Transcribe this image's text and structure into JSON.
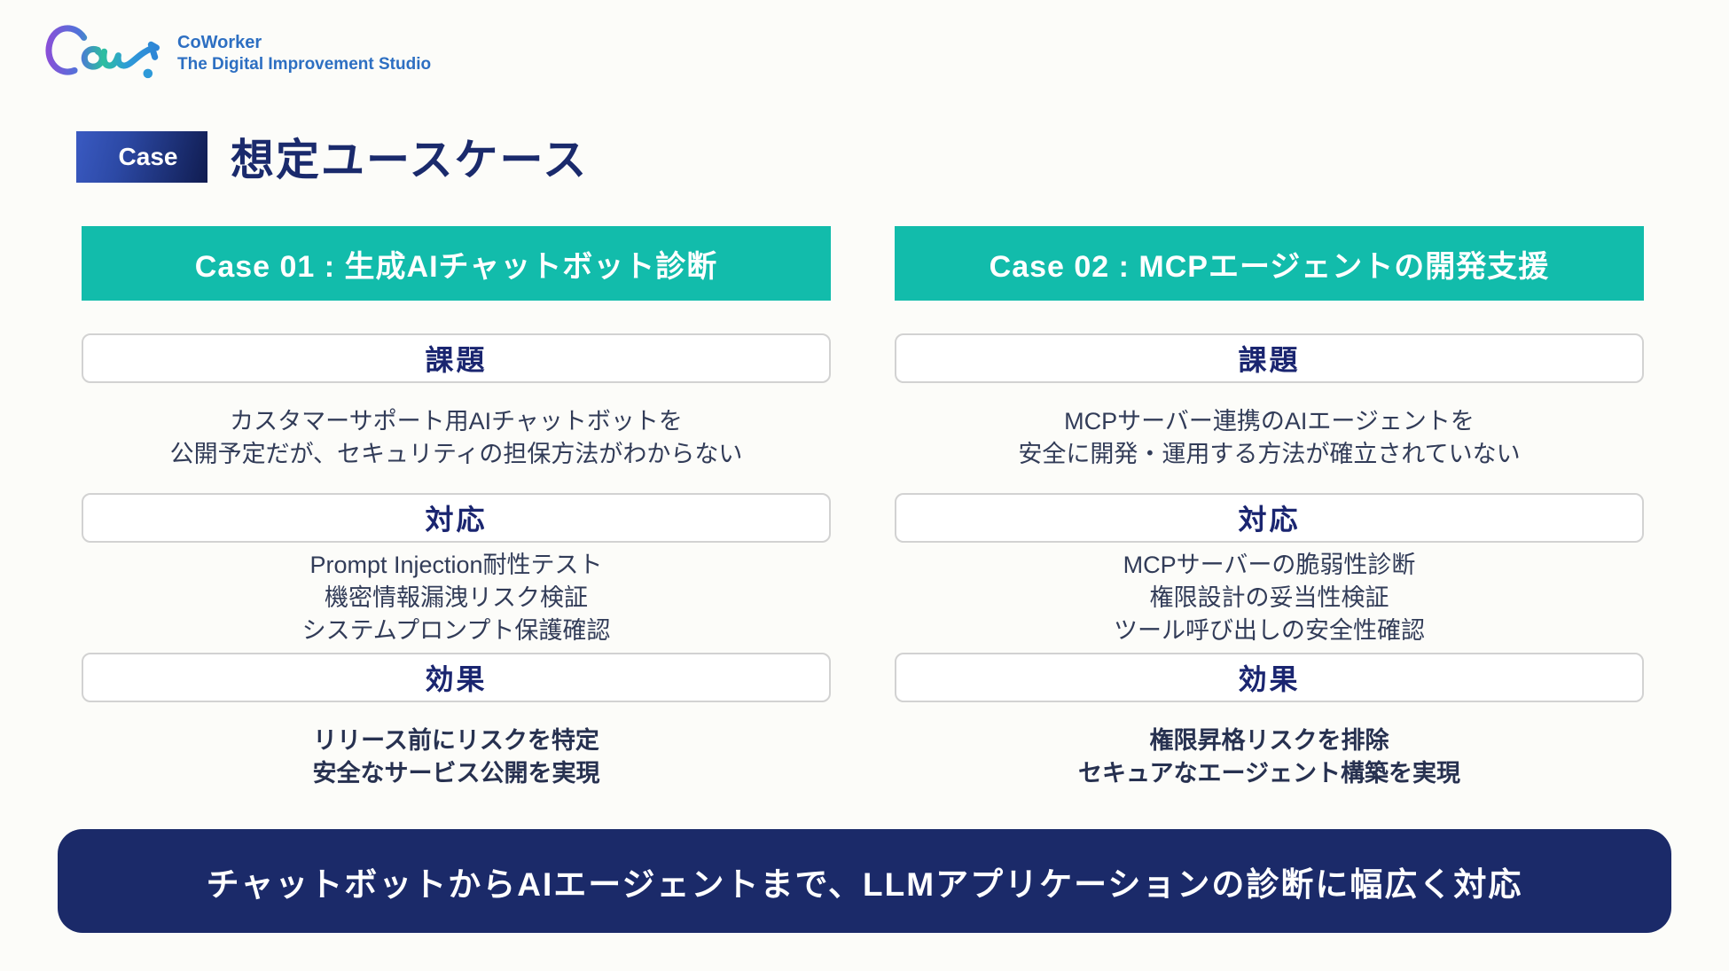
{
  "logo": {
    "brand": "CoWorker",
    "tagline": "The Digital Improvement Studio"
  },
  "header": {
    "badge_label": "Case",
    "title": "想定ユースケース"
  },
  "colors": {
    "teal": "#12bcab",
    "navy": "#1a2a6c",
    "banner_bg": "#1b2a69",
    "badge_gradient_start": "#3a5ac2",
    "badge_gradient_end": "#101c50",
    "logo_text_blue": "#2d6fc2"
  },
  "cases": [
    {
      "header": "Case 01 : 生成AIチャットボット診断",
      "sections": [
        {
          "label": "課題",
          "lines": [
            "カスタマーサポート用AIチャットボットを",
            "公開予定だが、セキュリティの担保方法がわからない"
          ]
        },
        {
          "label": "対応",
          "lines": [
            "Prompt Injection耐性テスト",
            "機密情報漏洩リスク検証",
            "システムプロンプト保護確認"
          ]
        },
        {
          "label": "効果",
          "lines": [
            "リリース前にリスクを特定",
            "安全なサービス公開を実現"
          ]
        }
      ]
    },
    {
      "header": "Case 02 : MCPエージェントの開発支援",
      "sections": [
        {
          "label": "課題",
          "lines": [
            "MCPサーバー連携のAIエージェントを",
            "安全に開発・運用する方法が確立されていない"
          ]
        },
        {
          "label": "対応",
          "lines": [
            "MCPサーバーの脆弱性診断",
            "権限設計の妥当性検証",
            "ツール呼び出しの安全性確認"
          ]
        },
        {
          "label": "効果",
          "lines": [
            "権限昇格リスクを排除",
            "セキュアなエージェント構築を実現"
          ]
        }
      ]
    }
  ],
  "banner": {
    "text": "チャットボットからAIエージェントまで、LLMアプリケーションの診断に幅広く対応"
  }
}
